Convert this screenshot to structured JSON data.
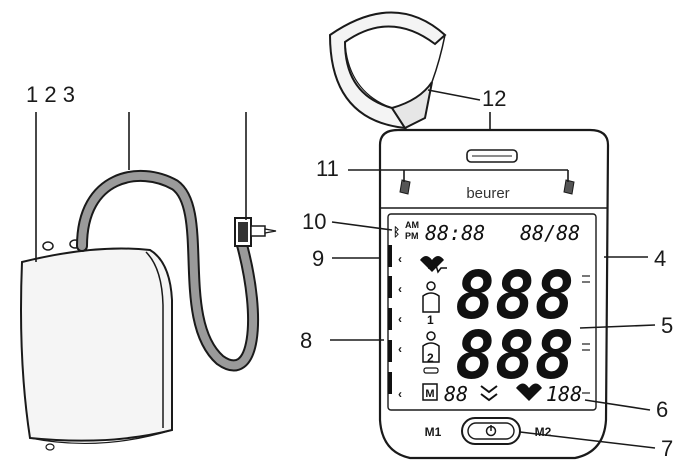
{
  "callouts": {
    "c123": "1 2 3",
    "c4": "4",
    "c5": "5",
    "c6": "6",
    "c7": "7",
    "c8": "8",
    "c9": "9",
    "c10": "10",
    "c11": "11",
    "c12": "12"
  },
  "device": {
    "brand": "beurer",
    "memory_left": "M1",
    "memory_right": "M2",
    "ampm_am": "AM",
    "ampm_pm": "PM",
    "clock": "88:88",
    "date": "88/88",
    "systolic": "888",
    "diastolic": "888",
    "memory_count": "88",
    "pulse": "188",
    "memory_icon": "M",
    "user1": "1",
    "user2": "2"
  },
  "colors": {
    "line": "#1a1a1a",
    "tube": "#9a9a9a",
    "cuff": "#f4f4f4"
  }
}
